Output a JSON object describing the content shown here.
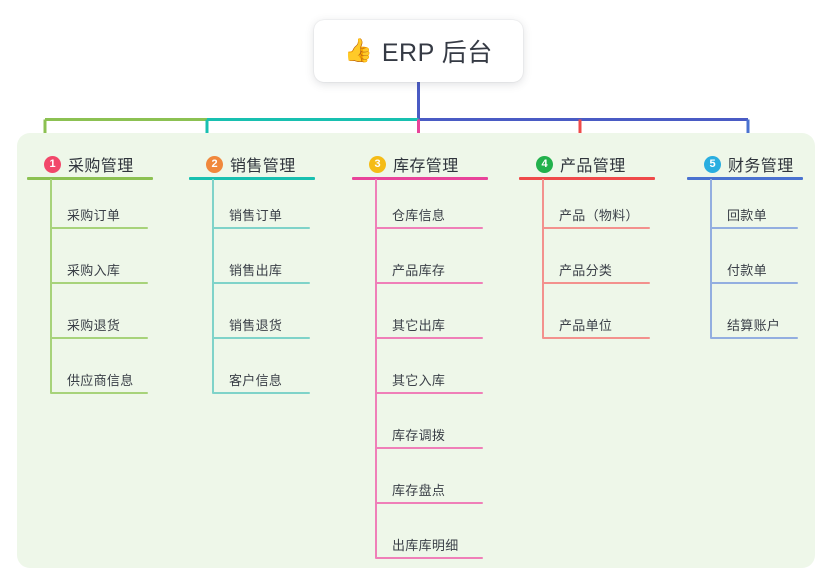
{
  "root": {
    "icon": "thumbs-up-icon",
    "icon_glyph": "👍",
    "title": "ERP 后台"
  },
  "theme": {
    "page_background": "#ffffff",
    "panel_background": "#eef7e9",
    "card_background": "#ffffff",
    "stem_color": "#4a5bc4",
    "text_color": "#3a3f47"
  },
  "columns": [
    {
      "number": "1",
      "title": "采购管理",
      "badge_color": "#f2486a",
      "branch_color": "#8cc152",
      "leaf_color": "#a7d37a",
      "items": [
        "采购订单",
        "采购入库",
        "采购退货",
        "供应商信息"
      ]
    },
    {
      "number": "2",
      "title": "销售管理",
      "badge_color": "#f0883c",
      "branch_color": "#18c0b0",
      "leaf_color": "#7fd3c9",
      "items": [
        "销售订单",
        "销售出库",
        "销售退货",
        "客户信息"
      ]
    },
    {
      "number": "3",
      "title": "库存管理",
      "badge_color": "#f5bc16",
      "branch_color": "#e8449a",
      "leaf_color": "#ef7fb8",
      "items": [
        "仓库信息",
        "产品库存",
        "其它出库",
        "其它入库",
        "库存调拨",
        "库存盘点",
        "出库库明细"
      ]
    },
    {
      "number": "4",
      "title": "产品管理",
      "badge_color": "#22b14c",
      "branch_color": "#ef4a4a",
      "leaf_color": "#f3918d",
      "items": [
        "产品（物料）",
        "产品分类",
        "产品单位"
      ]
    },
    {
      "number": "5",
      "title": "财务管理",
      "badge_color": "#29aee0",
      "branch_color": "#4a72d0",
      "leaf_color": "#93aee0",
      "items": [
        "回款单",
        "付款单",
        "结算账户"
      ]
    }
  ]
}
